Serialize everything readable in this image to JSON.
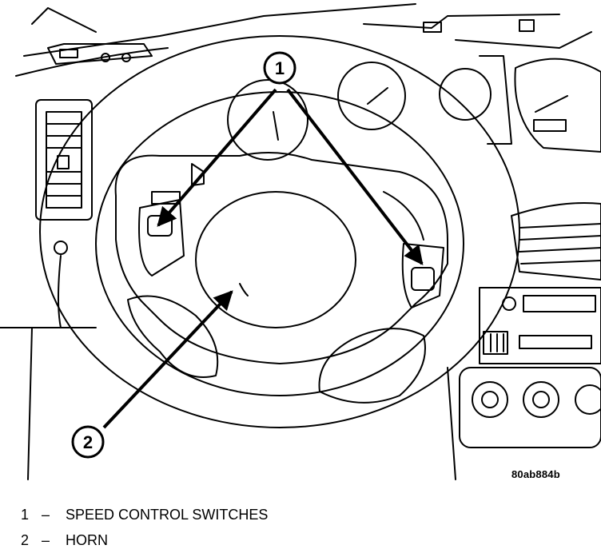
{
  "callouts": [
    {
      "number": "1"
    },
    {
      "number": "2"
    }
  ],
  "figure_code": "80ab884b",
  "legend": [
    {
      "number": "1",
      "separator": "–",
      "text": "SPEED CONTROL SWITCHES"
    },
    {
      "number": "2",
      "separator": "–",
      "text": "HORN"
    }
  ]
}
